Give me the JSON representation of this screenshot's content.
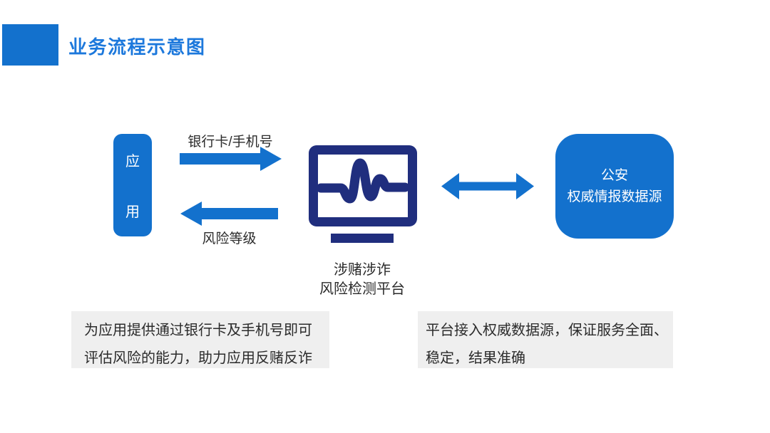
{
  "colors": {
    "accent": "#1371CD",
    "title": "#1C78DC",
    "navy": "#202E7E",
    "note_bg": "#EFEFEF",
    "text": "#2B2B2B"
  },
  "header": {
    "title": "业务流程示意图"
  },
  "diagram": {
    "app_box": {
      "line1": "应",
      "line2": "用"
    },
    "request_label": "银行卡/手机号",
    "response_label": "风险等级",
    "platform": {
      "line1": "涉赌涉诈",
      "line2": "风险检测平台"
    },
    "source": {
      "line1": "公安",
      "line2": "权威情报数据源"
    },
    "icons": {
      "request_arrow": "arrow-right-icon",
      "response_arrow": "arrow-left-icon",
      "exchange_arrow": "double-arrow-icon",
      "platform": "monitor-pulse-icon"
    }
  },
  "notes": {
    "left": {
      "line1": "为应用提供通过银行卡及手机号即可",
      "line2": "评估风险的能力，助力应用反赌反诈"
    },
    "right": {
      "line1": "平台接入权威数据源，保证服务全面、",
      "line2": "稳定，结果准确"
    }
  }
}
